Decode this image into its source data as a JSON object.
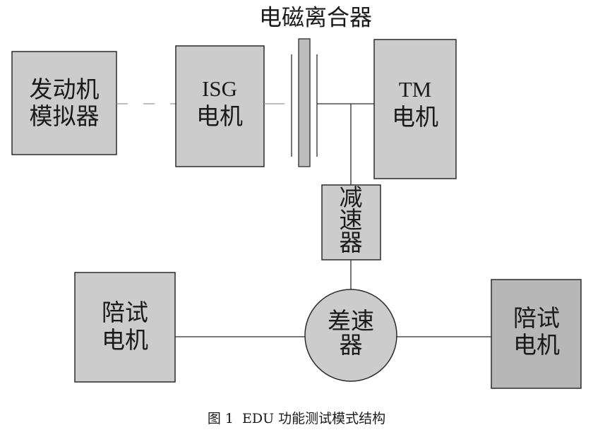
{
  "diagram": {
    "clutch_label": "电磁离合器",
    "caption": "图 1  EDU 功能测试模式结构",
    "blocks": {
      "engine_simulator": {
        "line1": "发动机",
        "line2": "模拟器"
      },
      "isg_motor": {
        "line1": "ISG",
        "line2": "电机"
      },
      "tm_motor": {
        "line1": "TM",
        "line2": "电机"
      },
      "reducer": {
        "line1": "减",
        "line2": "速",
        "line3": "器"
      },
      "differential": {
        "line1": "差速",
        "line2": "器"
      },
      "left_dyno": {
        "line1": "陪试",
        "line2": "电机"
      },
      "right_dyno": {
        "line1": "陪试",
        "line2": "电机"
      }
    }
  },
  "colors": {
    "box_fill": "#cccccc",
    "right_dyno_fill": "#b7b7b7",
    "clutch_fill": "#bdbdbd",
    "stroke": "#2b2b2b",
    "dashed_link": "#9a9a9a"
  }
}
